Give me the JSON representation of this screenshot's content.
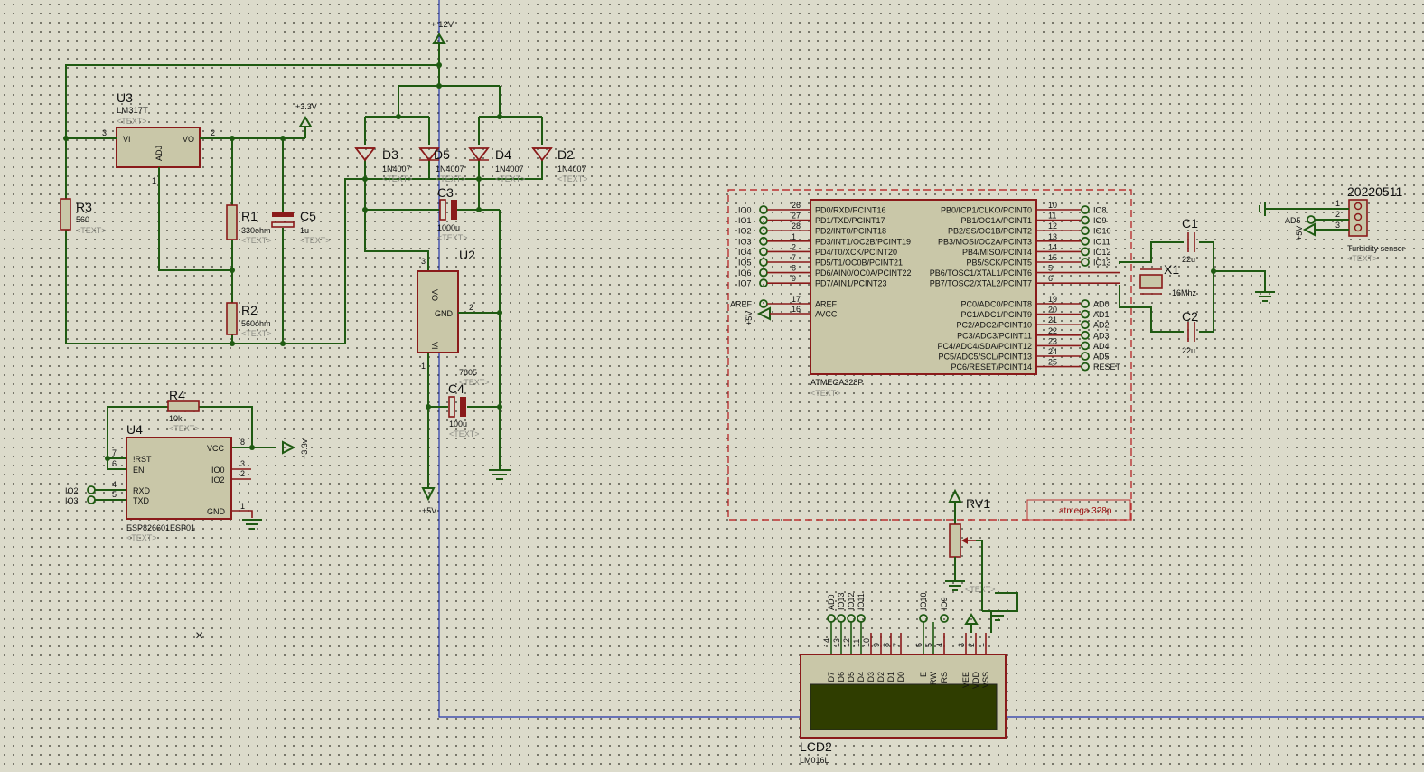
{
  "rails": {
    "plus12": "+ 12V",
    "plus33_top": "+3.3V",
    "plus33_esp": "+3.3v",
    "plus5_reg": "+5V",
    "plus5_avcc": "+5V",
    "plus5_sensor": "+5V"
  },
  "placeholder": "<TEXT>",
  "u3": {
    "ref": "U3",
    "part": "LM317T",
    "vi": "VI",
    "vo": "VO",
    "adj": "ADJ",
    "pin_vi": "3",
    "pin_vo": "2",
    "pin_adj": "1"
  },
  "r3": {
    "ref": "R3",
    "value": "560"
  },
  "r1": {
    "ref": "R1",
    "value": "330ohm"
  },
  "r2": {
    "ref": "R2",
    "value": "560ohm"
  },
  "c5": {
    "ref": "C5",
    "value": "1u"
  },
  "diodes": [
    {
      "ref": "D3",
      "value": "1N4007"
    },
    {
      "ref": "D5",
      "value": "1N4007"
    },
    {
      "ref": "D4",
      "value": "1N4007"
    },
    {
      "ref": "D2",
      "value": "1N4007"
    }
  ],
  "c3": {
    "ref": "C3",
    "value": "1000u"
  },
  "u2": {
    "ref": "U2",
    "part": "7805",
    "vo": "VO",
    "gnd": "GND",
    "vi": "VI",
    "pin_vo": "3",
    "pin_gnd": "2",
    "pin_vi": "1"
  },
  "c4": {
    "ref": "C4",
    "value": "100u"
  },
  "r4": {
    "ref": "R4",
    "value": "10k"
  },
  "u4": {
    "ref": "U4",
    "part": "ESP826601ESP01",
    "left_pins": [
      {
        "name": "!RST",
        "num": "7"
      },
      {
        "name": "EN",
        "num": "6"
      },
      {
        "name": "RXD",
        "num": "4"
      },
      {
        "name": "TXD",
        "num": "5"
      }
    ],
    "right_pins": [
      {
        "name": "VCC",
        "num": "8"
      },
      {
        "name": "IO0",
        "num": "3"
      },
      {
        "name": "IO2",
        "num": "2"
      },
      {
        "name": "GND",
        "num": "1"
      }
    ],
    "terminals": [
      "IO2",
      "IO3"
    ]
  },
  "mcu": {
    "ref": "ATMEGA328P",
    "box_label": "atmega 328p",
    "left_pins": [
      {
        "term": "IO0",
        "num": "26",
        "name": "PD0/RXD/PCINT16"
      },
      {
        "term": "IO1",
        "num": "27",
        "name": "PD1/TXD/PCINT17"
      },
      {
        "term": "IO2",
        "num": "28",
        "name": "PD2/INT0/PCINT18"
      },
      {
        "term": "IO3",
        "num": "1",
        "name": "PD3/INT1/OC2B/PCINT19"
      },
      {
        "term": "IO4",
        "num": "2",
        "name": "PD4/T0/XCK/PCINT20"
      },
      {
        "term": "IO5",
        "num": "7",
        "name": "PD5/T1/OC0B/PCINT21"
      },
      {
        "term": "IO6",
        "num": "8",
        "name": "PD6/AIN0/OC0A/PCINT22"
      },
      {
        "term": "IO7",
        "num": "9",
        "name": "PD7/AIN1/PCINT23"
      }
    ],
    "aref": {
      "term": "AREF",
      "num": "17",
      "name": "AREF"
    },
    "avcc": {
      "num": "16",
      "name": "AVCC"
    },
    "right_pins": [
      {
        "term": "IO8",
        "num": "10",
        "name": "PB0/ICP1/CLKO/PCINT0"
      },
      {
        "term": "IO9",
        "num": "11",
        "name": "PB1/OC1A/PCINT1"
      },
      {
        "term": "IO10",
        "num": "12",
        "name": "PB2/SS/OC1B/PCINT2"
      },
      {
        "term": "IO11",
        "num": "13",
        "name": "PB3/MOSI/OC2A/PCINT3"
      },
      {
        "term": "IO12",
        "num": "14",
        "name": "PB4/MISO/PCINT4"
      },
      {
        "term": "IO13",
        "num": "15",
        "name": "PB5/SCK/PCINT5"
      },
      {
        "term": "",
        "num": "5",
        "name": "PB6/TOSC1/XTAL1/PCINT6"
      },
      {
        "term": "",
        "num": "6",
        "name": "PB7/TOSC2/XTAL2/PCINT7"
      }
    ],
    "right_pins2": [
      {
        "term": "AD0",
        "num": "19",
        "name": "PC0/ADC0/PCINT8"
      },
      {
        "term": "AD1",
        "num": "20",
        "name": "PC1/ADC1/PCINT9"
      },
      {
        "term": "AD2",
        "num": "21",
        "name": "PC2/ADC2/PCINT10"
      },
      {
        "term": "AD3",
        "num": "22",
        "name": "PC3/ADC3/PCINT11"
      },
      {
        "term": "AD4",
        "num": "23",
        "name": "PC4/ADC4/SDA/PCINT12"
      },
      {
        "term": "AD5",
        "num": "24",
        "name": "PC5/ADC5/SCL/PCINT13"
      },
      {
        "term": "RESET",
        "num": "25",
        "name": "PC6/RESET/PCINT14"
      }
    ]
  },
  "x1": {
    "ref": "X1",
    "value": "16Mhz"
  },
  "c1": {
    "ref": "C1",
    "value": "22u"
  },
  "c2": {
    "ref": "C2",
    "value": "22u"
  },
  "sensor": {
    "ref": "20220511",
    "part": "Turbidity sensor",
    "pins": [
      "1",
      "2",
      "3"
    ],
    "term": "AD5"
  },
  "rv1": {
    "ref": "RV1"
  },
  "lcd": {
    "ref": "LCD2",
    "part": "LM016L",
    "pins": [
      {
        "name": "D7",
        "num": "14"
      },
      {
        "name": "D6",
        "num": "13"
      },
      {
        "name": "D5",
        "num": "12"
      },
      {
        "name": "D4",
        "num": "11"
      },
      {
        "name": "D3",
        "num": "10"
      },
      {
        "name": "D2",
        "num": "9"
      },
      {
        "name": "D1",
        "num": "8"
      },
      {
        "name": "D0",
        "num": "7"
      },
      {
        "name": "E",
        "num": "6"
      },
      {
        "name": "RW",
        "num": "5"
      },
      {
        "name": "RS",
        "num": "4"
      },
      {
        "name": "VEE",
        "num": "3"
      },
      {
        "name": "VDD",
        "num": "2"
      },
      {
        "name": "VSS",
        "num": "1"
      }
    ],
    "terms": [
      "AD0",
      "IO13",
      "IO12",
      "IO11",
      "IO10",
      "IO9"
    ]
  }
}
